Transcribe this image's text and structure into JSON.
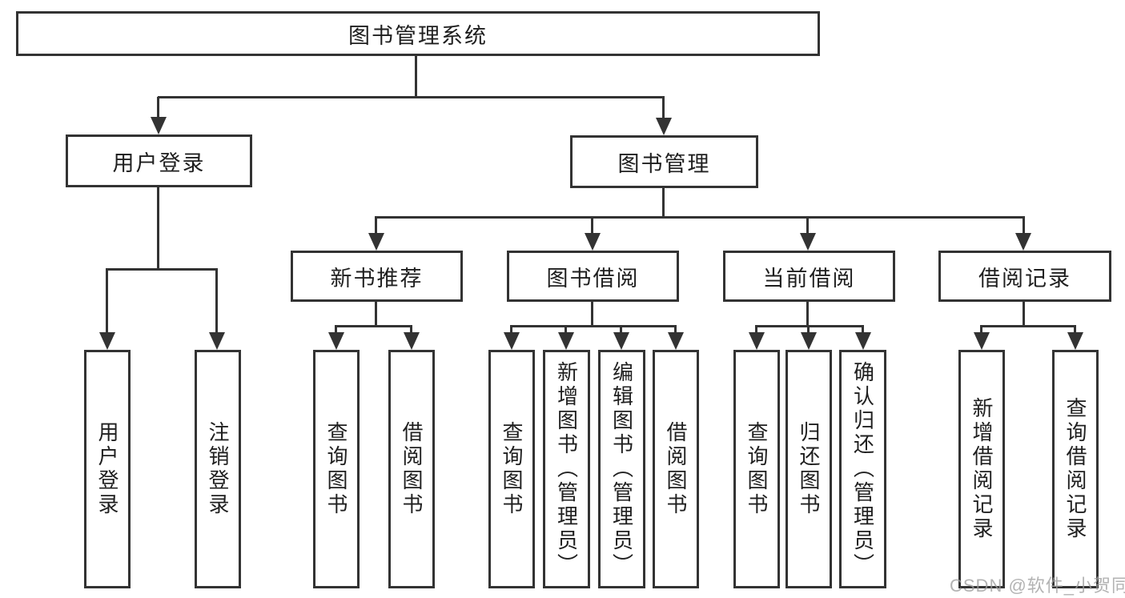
{
  "tree": {
    "root": {
      "label": "图书管理系统"
    },
    "branches": [
      {
        "label": "用户登录",
        "children": [
          {
            "label": "用户登录"
          },
          {
            "label": "注销登录"
          }
        ]
      },
      {
        "label": "图书管理",
        "groups": [
          {
            "label": "新书推荐",
            "children": [
              {
                "label": "查询图书"
              },
              {
                "label": "借阅图书"
              }
            ]
          },
          {
            "label": "图书借阅",
            "children": [
              {
                "label": "查询图书"
              },
              {
                "label": "新增图书（管理员）"
              },
              {
                "label": "编辑图书（管理员）"
              },
              {
                "label": "借阅图书"
              }
            ]
          },
          {
            "label": "当前借阅",
            "children": [
              {
                "label": "查询图书"
              },
              {
                "label": "归还图书"
              },
              {
                "label": "确认归还（管理员）"
              }
            ]
          },
          {
            "label": "借阅记录",
            "children": [
              {
                "label": "新增借阅记录"
              },
              {
                "label": "查询借阅记录"
              }
            ]
          }
        ]
      }
    ]
  },
  "watermark": "CSDN @软件_小贺同学",
  "colors": {
    "line": "#333333",
    "text": "#1f1f1f",
    "watermark": "#9e9e9e",
    "background": "#ffffff"
  }
}
